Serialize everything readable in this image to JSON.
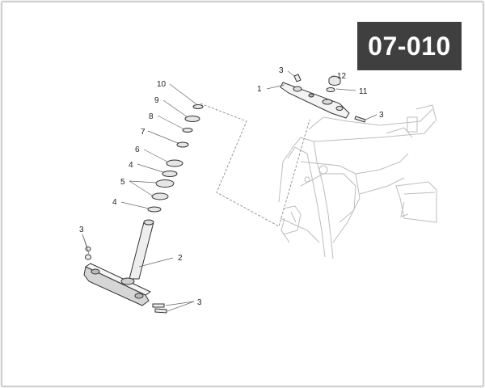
{
  "page_code": "07-010",
  "callouts": {
    "c1": "1",
    "c2": "2",
    "c3a": "3",
    "c3b": "3",
    "c3c": "3",
    "c3d": "3",
    "c4a": "4",
    "c4b": "4",
    "c5": "5",
    "c6": "6",
    "c7": "7",
    "c8": "8",
    "c9": "9",
    "c10": "10",
    "c11": "11",
    "c12": "12"
  }
}
